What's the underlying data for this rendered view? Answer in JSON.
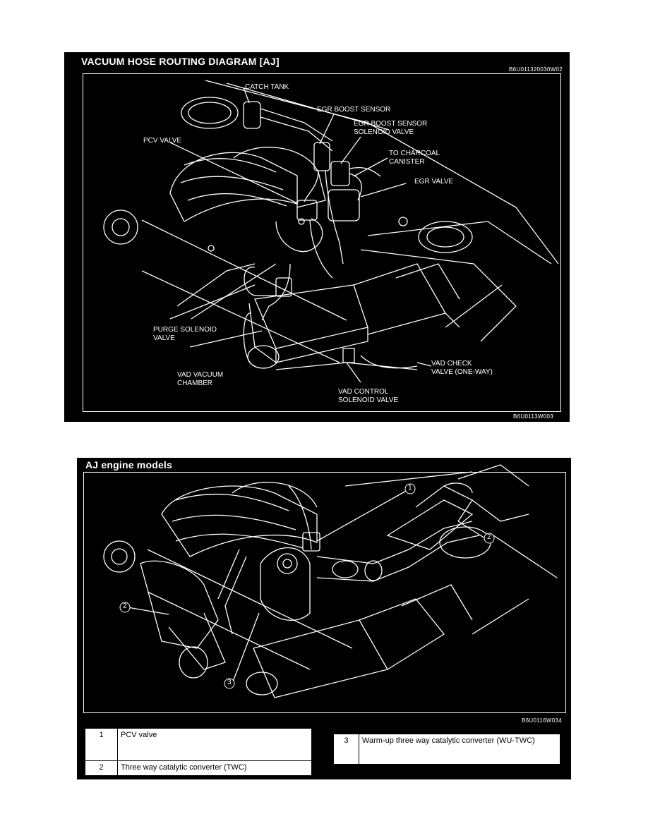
{
  "panel1": {
    "title": "VACUUM HOSE ROUTING DIAGRAM [AJ]",
    "code_top": "B6U011320030W02",
    "code_bottom": "B6U0113W003",
    "labels": {
      "catch_tank": "CATCH TANK",
      "egr_boost_sensor": "EGR BOOST SENSOR",
      "egr_boost_sensor_solenoid": "EGR BOOST SENSOR\nSOLENOID VALVE",
      "to_charcoal_canister": "TO CHARCOAL\nCANISTER",
      "egr_valve": "EGR VALVE",
      "pcv_valve": "PCV VALVE",
      "purge_solenoid_valve": "PURGE SOLENOID\nVALVE",
      "vad_vacuum_chamber": "VAD VACUUM\nCHAMBER",
      "vad_check_valve": "VAD CHECK\nVALVE (ONE-WAY)",
      "vad_control_solenoid": "VAD CONTROL\nSOLENOID VALVE"
    }
  },
  "panel2": {
    "title": "AJ engine models",
    "code_bottom": "B6U0116W034",
    "callouts": [
      "1",
      "2",
      "2",
      "3"
    ]
  },
  "legend": {
    "items": [
      {
        "num": "1",
        "text": "PCV valve"
      },
      {
        "num": "2",
        "text": "Three way catalytic converter (TWC)"
      },
      {
        "num": "3",
        "text": "Warm-up three way catalytic converter (WU-TWC)"
      }
    ]
  }
}
